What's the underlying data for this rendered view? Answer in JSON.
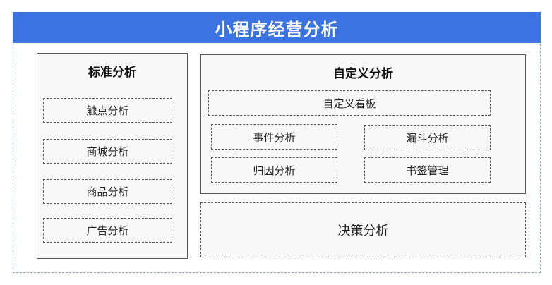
{
  "title": "小程序经营分析",
  "standard": {
    "title": "标准分析",
    "items": [
      "触点分析",
      "商城分析",
      "商品分析",
      "广告分析"
    ]
  },
  "custom": {
    "title": "自定义分析",
    "board": "自定义看板",
    "items": [
      "事件分析",
      "漏斗分析",
      "归因分析",
      "书签管理"
    ]
  },
  "decision": "决策分析"
}
